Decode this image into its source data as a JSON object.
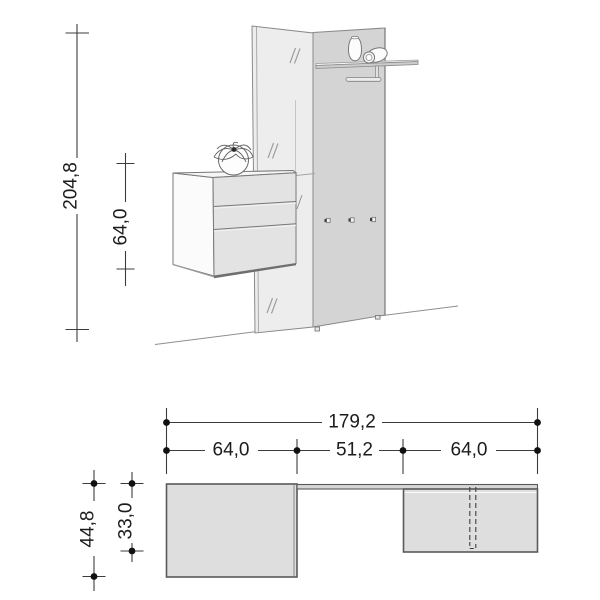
{
  "drawing": {
    "type": "furniture technical dimension drawing",
    "views": [
      "front-perspective-view",
      "top-plan-view"
    ]
  },
  "front_view": {
    "parts": [
      "mirror-panel",
      "wall-panel",
      "shelf",
      "coat-rail",
      "wall-hooks",
      "drawer-cabinet",
      "decor-ball",
      "vase-upright",
      "vase-lying",
      "floor-line"
    ],
    "dims": {
      "total_height": "204,8",
      "cabinet_height": "64,0"
    }
  },
  "plan_view": {
    "parts": [
      "left-cabinet-footprint",
      "wall-panel-strip",
      "right-cabinet-footprint",
      "hidden-divider-dashed"
    ],
    "dims": {
      "total_width": "179,2",
      "segment_left": "64,0",
      "segment_middle": "51,2",
      "segment_right": "64,0",
      "depth_left": "44,8",
      "depth_right": "33,0"
    }
  },
  "colors": {
    "background": "#ffffff",
    "mirror_fill": "#ededed",
    "wall_panel_fill": "#d4d4d4",
    "cabinet_front_fill": "#e3e3e3",
    "plan_fill": "#dedede",
    "outline": "#787878",
    "dimension_line": "#3c3c3c",
    "dimension_dot": "#111111",
    "text": "#1c1c1c"
  }
}
